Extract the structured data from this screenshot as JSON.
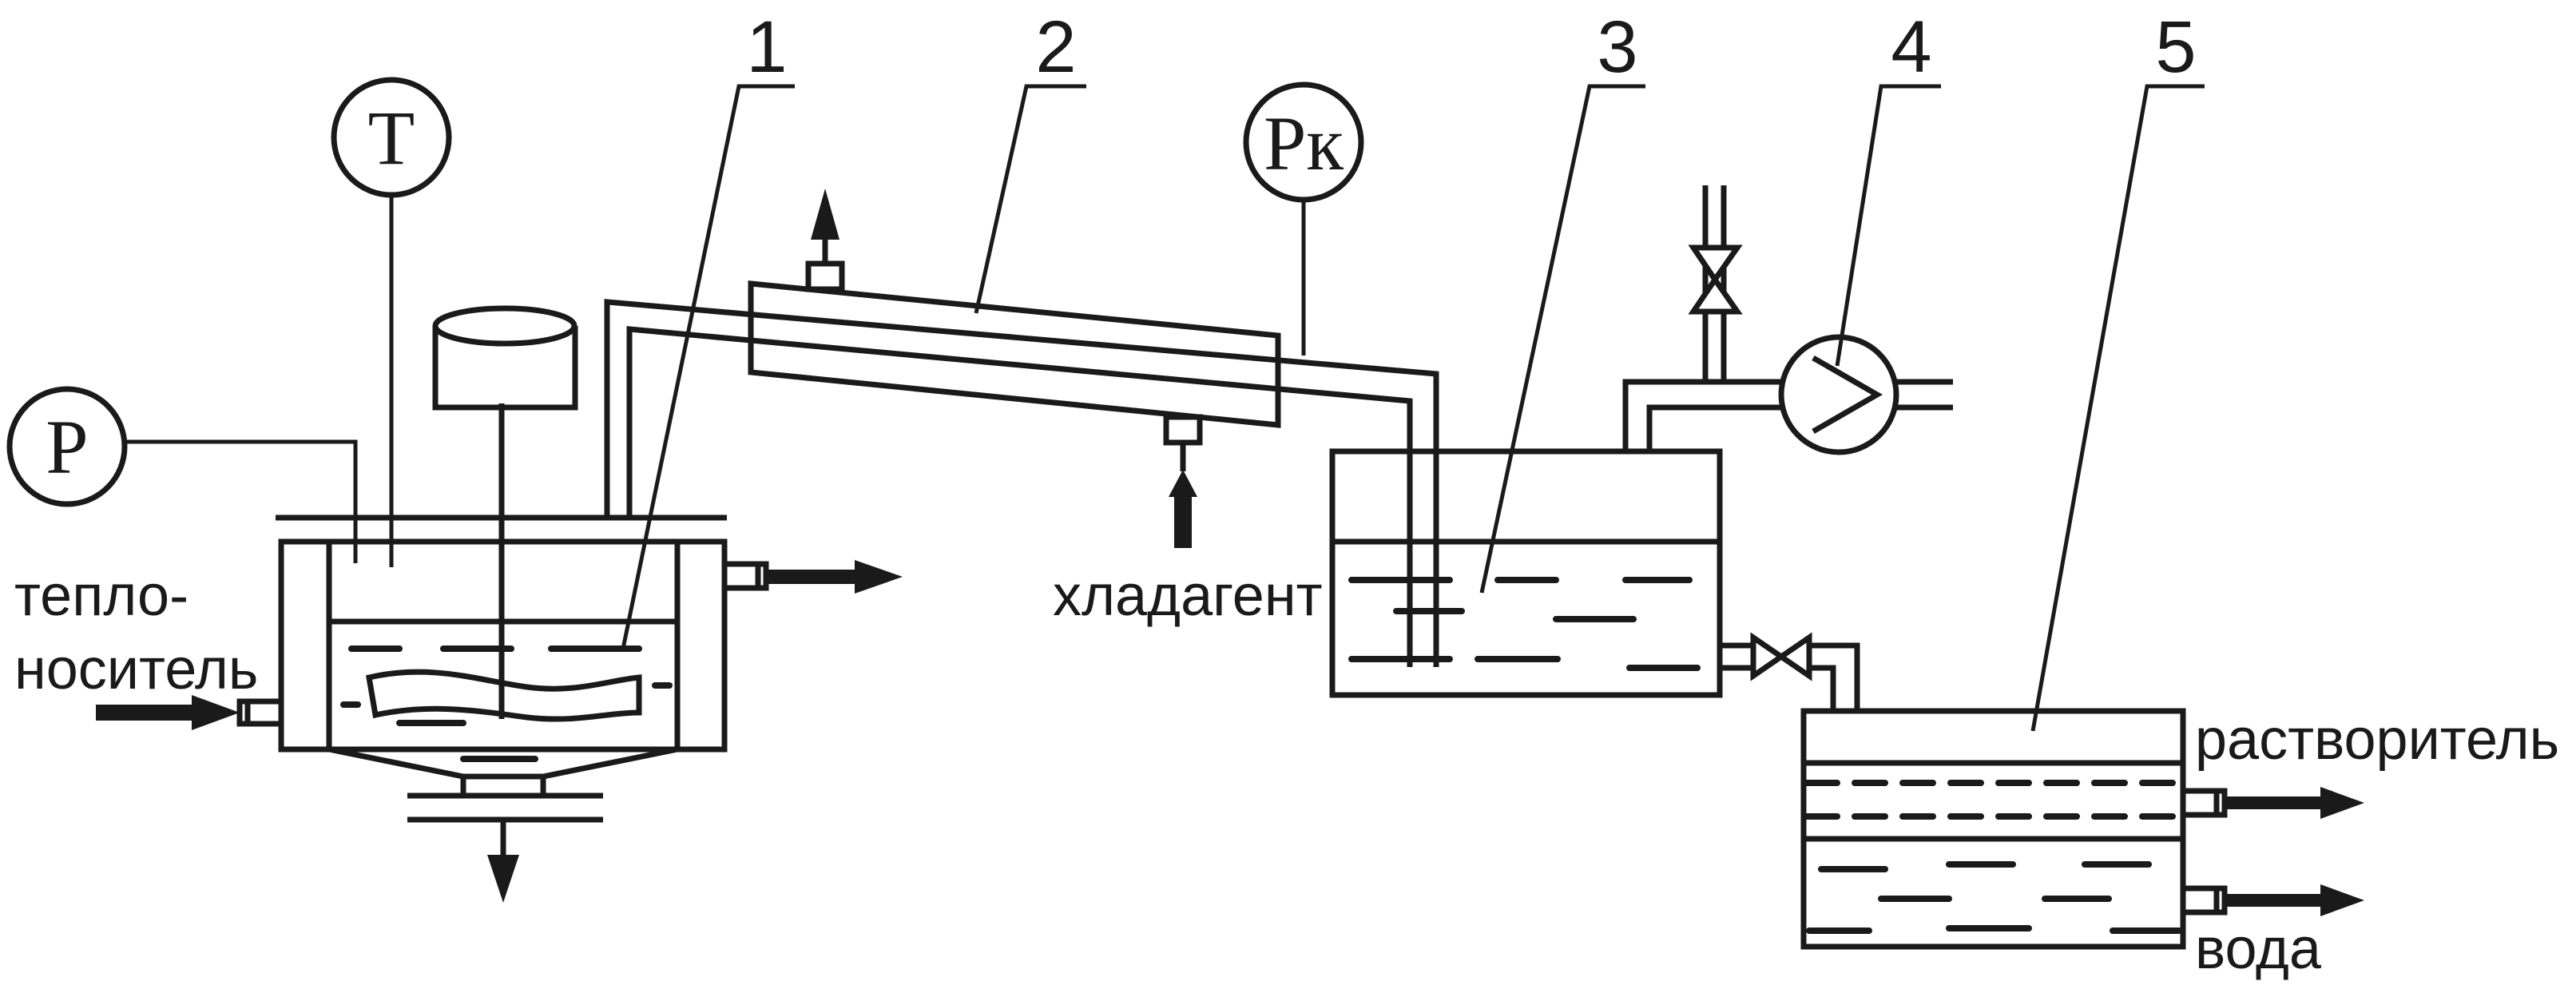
{
  "gauges": {
    "temperature": "T",
    "pressure": "P",
    "condenser_pressure": "Рк"
  },
  "callouts": [
    "1",
    "2",
    "3",
    "4",
    "5"
  ],
  "labels": {
    "heat_carrier_line1": "тепло-",
    "heat_carrier_line2": "носитель",
    "coolant": "хладагент",
    "solvent": "растворитель",
    "water": "вода"
  },
  "colors": {
    "stroke": "#1a1a1a",
    "background": "#ffffff"
  }
}
